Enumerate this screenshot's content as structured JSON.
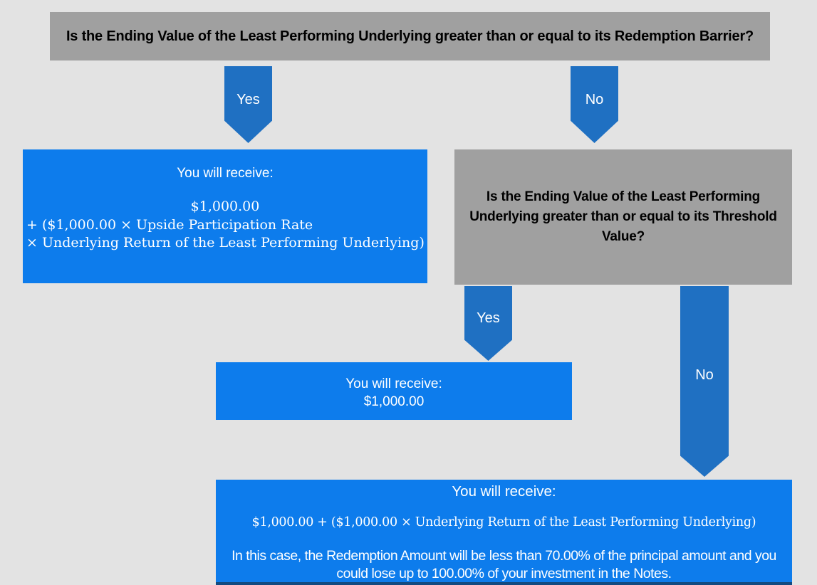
{
  "colors": {
    "background": "#e3e3e3",
    "question_gray": "#a0a0a0",
    "result_blue": "#0d7cec",
    "arrow_blue": "#1f70c2",
    "text_black": "#000000",
    "text_white": "#ffffff",
    "bottom_strip_navy": "#134a80"
  },
  "labels": {
    "yes": "Yes",
    "no": "No"
  },
  "questions": {
    "redemption_barrier": "Is the Ending Value of the Least Performing Underlying greater than or equal to its Redemption Barrier?",
    "threshold_value": "Is the Ending Value of the Least Performing Underlying greater than or equal to its Threshold Value?"
  },
  "outcomes": {
    "upside": {
      "title": "You will receive:",
      "amount": "$1,000.00",
      "formula_line_2": "+ ($1,000.00 × Upside Participation Rate",
      "formula_line_3": "× Underlying Return of the Least Performing Underlying)"
    },
    "par": {
      "title": "You will receive:",
      "amount": "$1,000.00"
    },
    "loss": {
      "title": "You will receive:",
      "formula": "$1,000.00 + ($1,000.00 × Underlying Return of the Least Performing Underlying)",
      "note": "In this case, the Redemption Amount will be less than 70.00% of the principal amount and you could lose up to 100.00% of your investment in the Notes."
    }
  }
}
